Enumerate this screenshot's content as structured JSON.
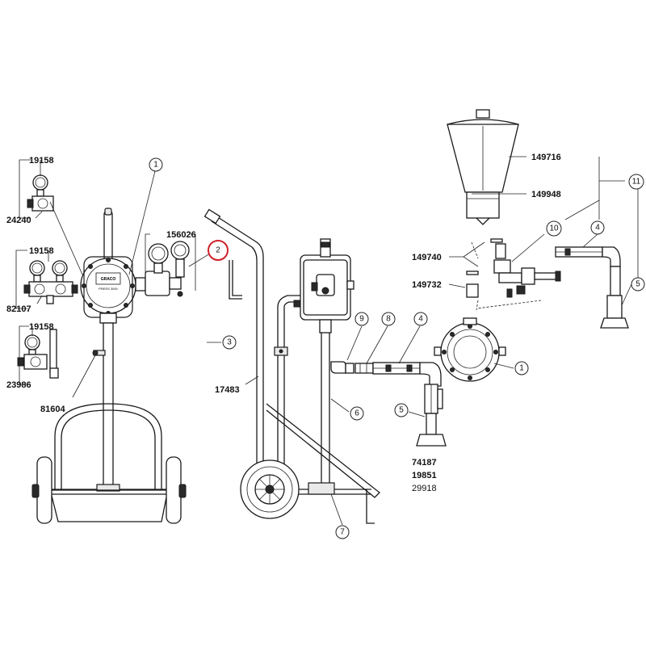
{
  "part_numbers": {
    "p19158_top": "19158",
    "p24240": "24240",
    "p19158_mid": "19158",
    "p82107": "82107",
    "p19158_low": "19158",
    "p23986": "23986",
    "p81604": "81604",
    "p156026": "156026",
    "p17483": "17483",
    "p149716": "149716",
    "p149948": "149948",
    "p149740": "149740",
    "p149732": "149732",
    "p74187": "74187",
    "p19851": "19851",
    "p29918": "29918"
  },
  "callouts": {
    "c1_left": "1",
    "c2": "2",
    "c3": "3",
    "c6": "6",
    "c7": "7",
    "c9": "9",
    "c8": "8",
    "c4_mid": "4",
    "c5_mid": "5",
    "c1_right": "1",
    "c10": "10",
    "c4_right": "4",
    "c11": "11",
    "c5_right": "5"
  },
  "pump_plate": {
    "brand": "GRACO",
    "model": "PRESS 3000"
  },
  "colors": {
    "line": "#1a1a1a",
    "highlight": "#d0202a"
  }
}
